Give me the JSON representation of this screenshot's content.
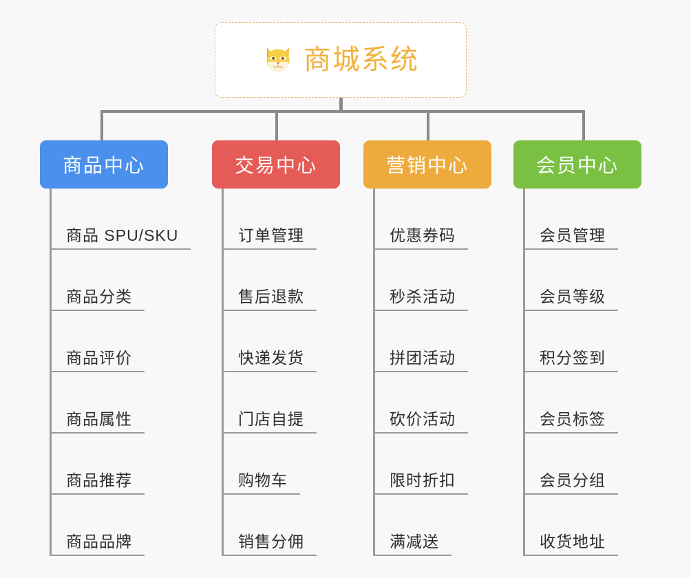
{
  "background_color": "#f8f8f8",
  "root": {
    "title": "商城系统",
    "icon": "dog-face-emoji",
    "text_color": "#f0b13e",
    "border_color": "#e8b864"
  },
  "connector_color": "#8a8a8a",
  "columns": [
    {
      "header": "商品中心",
      "color": "#4a90ec",
      "items": [
        "商品 SPU/SKU",
        "商品分类",
        "商品评价",
        "商品属性",
        "商品推荐",
        "商品品牌"
      ]
    },
    {
      "header": "交易中心",
      "color": "#e55b57",
      "items": [
        "订单管理",
        "售后退款",
        "快递发货",
        "门店自提",
        "购物车",
        "销售分佣"
      ]
    },
    {
      "header": "营销中心",
      "color": "#eeab3d",
      "items": [
        "优惠券码",
        "秒杀活动",
        "拼团活动",
        "砍价活动",
        "限时折扣",
        "满减送"
      ]
    },
    {
      "header": "会员中心",
      "color": "#7ac143",
      "items": [
        "会员管理",
        "会员等级",
        "积分签到",
        "会员标签",
        "会员分组",
        "收货地址"
      ]
    }
  ]
}
